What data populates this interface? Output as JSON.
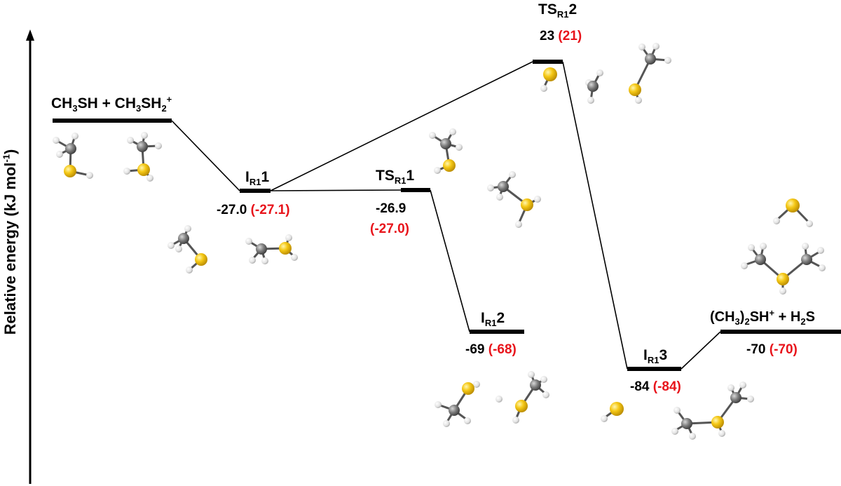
{
  "axis": {
    "ylabel_main": "Relative energy (kJ mol",
    "ylabel_sup": "-1",
    "ylabel_end": ")"
  },
  "states": [
    {
      "id": "reactants",
      "name_parts": [
        "CH",
        "3",
        "SH + CH",
        "3",
        "SH",
        "2",
        "+"
      ],
      "energy": "",
      "energy_alt": ""
    },
    {
      "id": "IR1-1",
      "name_main": "I",
      "name_sub": "R1",
      "name_tail": "1",
      "energy": "-27.0",
      "energy_alt": "(-27.1)"
    },
    {
      "id": "TSR1-1",
      "name_main": "TS",
      "name_sub": "R1",
      "name_tail": "1",
      "energy": "-26.9",
      "energy_alt": "(-27.0)"
    },
    {
      "id": "TSR1-2",
      "name_main": "TS",
      "name_sub": "R1",
      "name_tail": "2",
      "energy": "23",
      "energy_alt": "(21)"
    },
    {
      "id": "IR1-2",
      "name_main": "I",
      "name_sub": "R1",
      "name_tail": "2",
      "energy": "-69",
      "energy_alt": "(-68)"
    },
    {
      "id": "IR1-3",
      "name_main": "I",
      "name_sub": "R1",
      "name_tail": "3",
      "energy": "-84",
      "energy_alt": "(-84)"
    },
    {
      "id": "products",
      "name_a": "(CH",
      "name_a_sub": "3",
      "name_b": ")",
      "name_b_sub": "2",
      "name_c": "SH",
      "name_c_sup": "+",
      "name_d": " + H",
      "name_d_sub": "2",
      "name_e": "S",
      "energy": "-70",
      "energy_alt": "(-70)"
    }
  ],
  "colors": {
    "text": "#000000",
    "alt_energy": "#e8141b",
    "carbon": "#7f7f7f",
    "sulfur": "#f5c816",
    "hydrogen": "#e6e6e6"
  }
}
